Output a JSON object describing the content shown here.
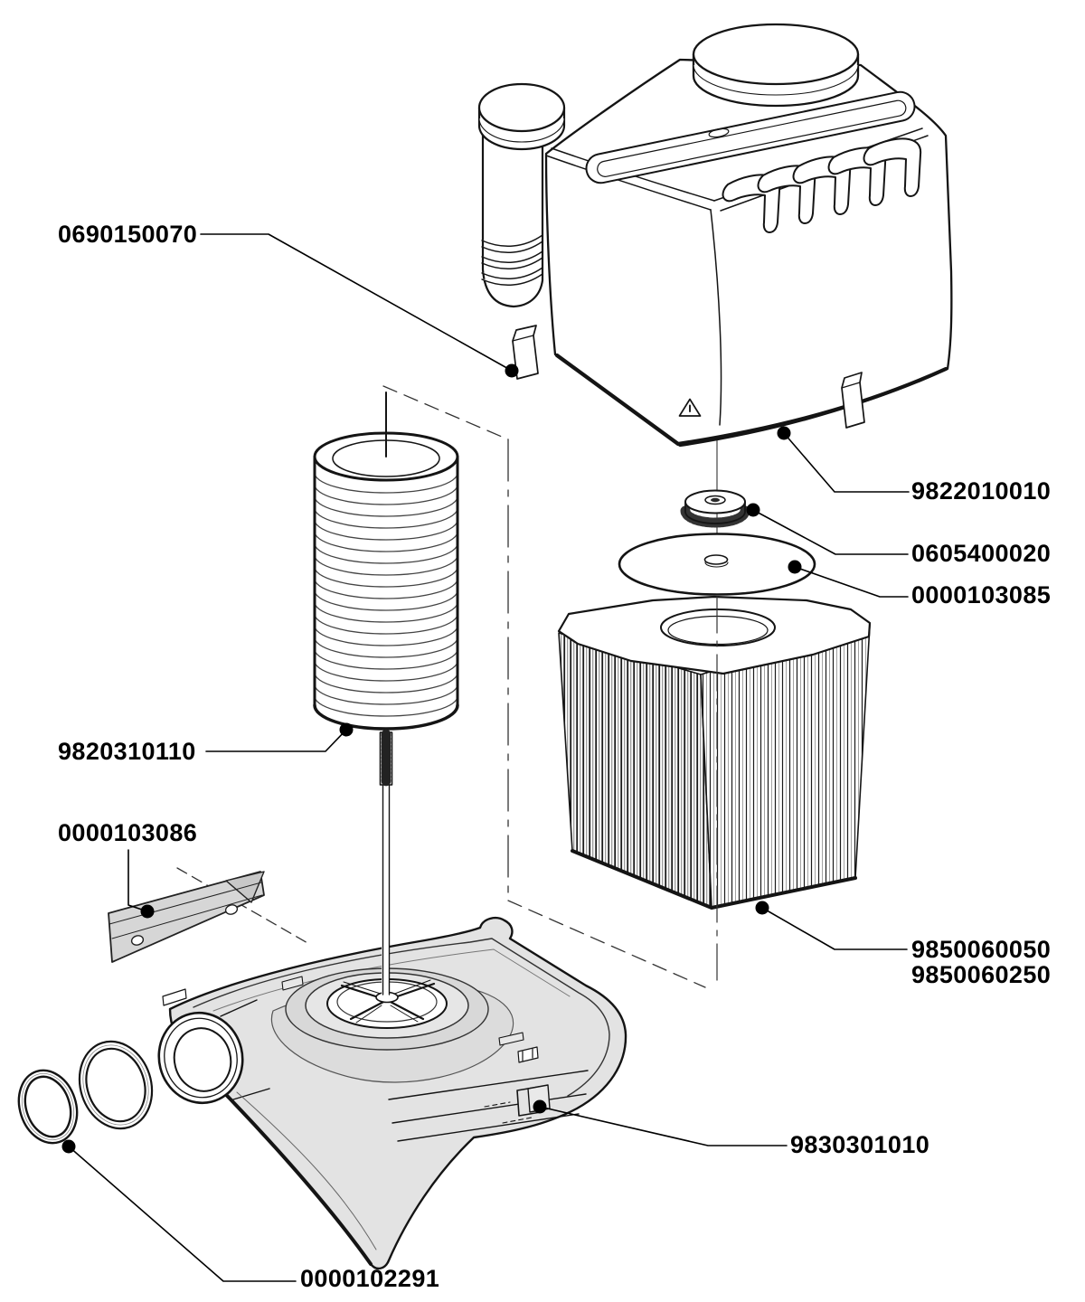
{
  "diagram": {
    "type": "exploded-parts-diagram",
    "background": "#ffffff",
    "line_color": "#141414",
    "shaded_fill": "#e3e3e3",
    "label_color": "#000000",
    "icons": [
      "warning-triangle-icon"
    ],
    "parts": [
      {
        "number": "0690150070"
      },
      {
        "number": "9822010010"
      },
      {
        "number": "0605400020"
      },
      {
        "number": "0000103085"
      },
      {
        "number": "9820310110"
      },
      {
        "number": "0000103086"
      },
      {
        "number": "9850060050"
      },
      {
        "number": "9850060250"
      },
      {
        "number": "9830301010"
      },
      {
        "number": "0000102291"
      }
    ]
  }
}
